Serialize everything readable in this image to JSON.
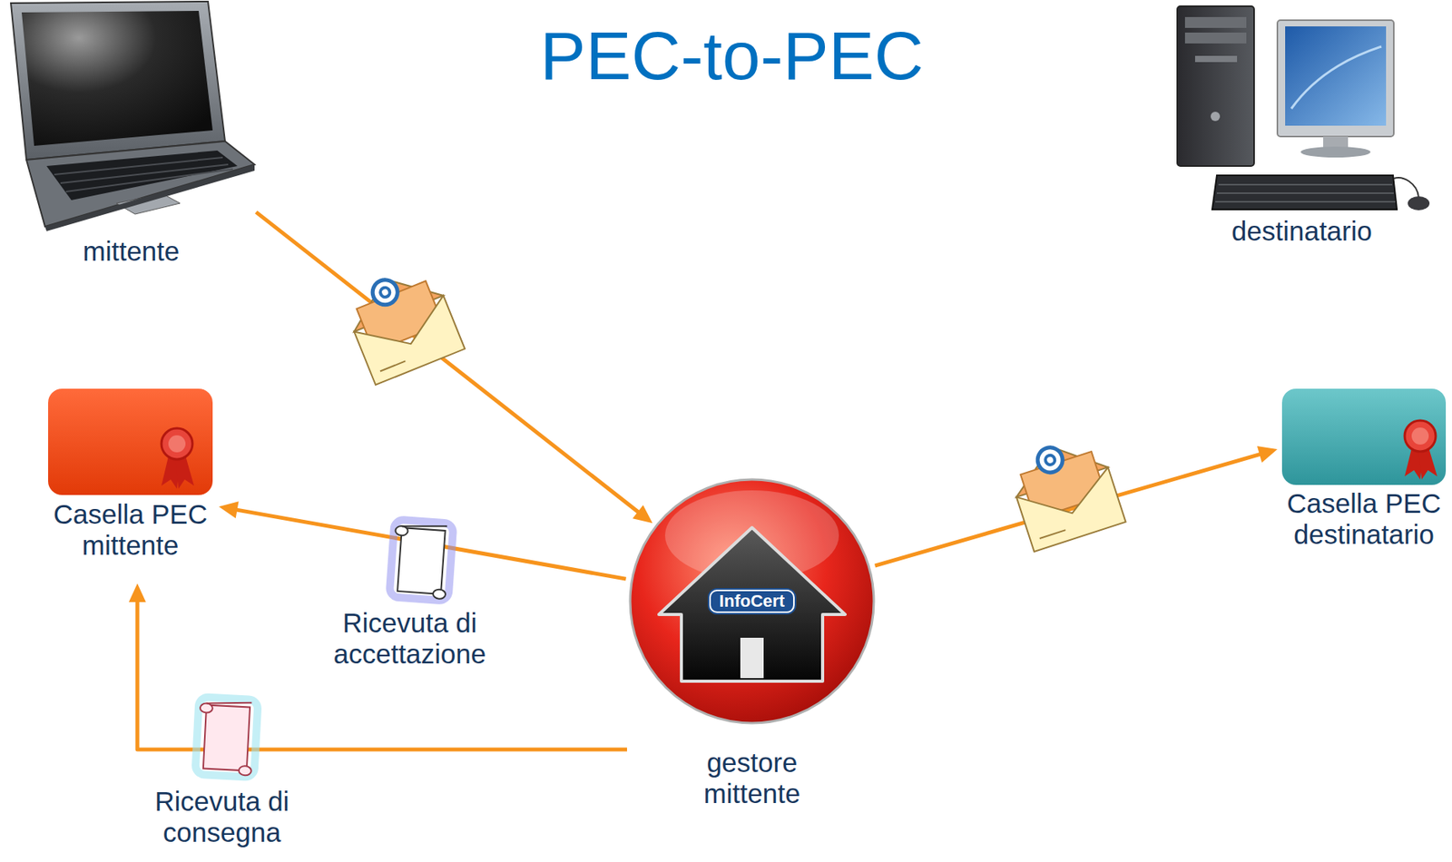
{
  "diagram": {
    "title": "PEC-to-PEC",
    "nodes": [
      {
        "text": [
          "mittente"
        ]
      },
      {
        "text": [
          "destinatario"
        ]
      },
      {
        "text": [
          "Casella PEC mittente"
        ]
      },
      {
        "text": [
          "InfoCert",
          "gestore mittente"
        ]
      },
      {
        "text": [
          "Casella PEC destinatario"
        ]
      }
    ],
    "edges": [
      {
        "from": 0,
        "to": 3,
        "arrow": "to"
      },
      {
        "from": 3,
        "to": 4,
        "arrow": "to"
      },
      {
        "from": 3,
        "to": 2,
        "label": "Ricevuta di accettazione",
        "arrow": "to"
      },
      {
        "from": 3,
        "to": 2,
        "label": "Ricevuta di consegna",
        "arrow": "to"
      }
    ]
  }
}
